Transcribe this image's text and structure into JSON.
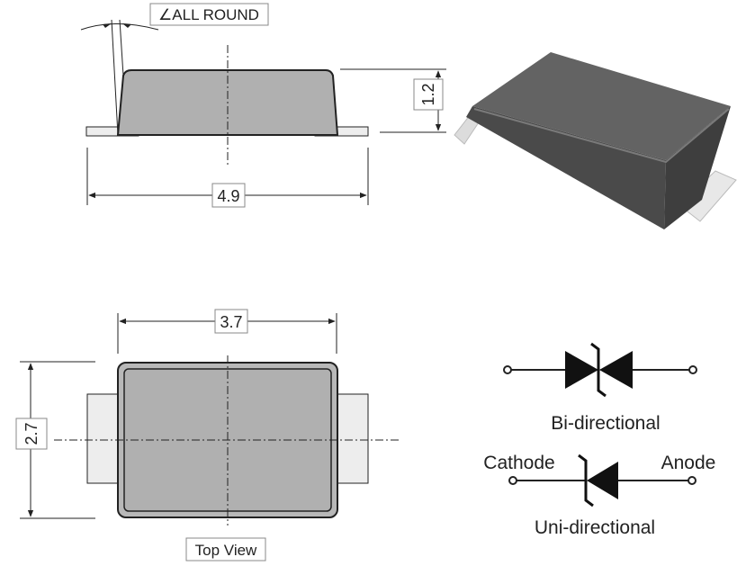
{
  "side_view": {
    "angle_label": "∠ALL ROUND",
    "height_dim": "1.2",
    "length_dim": "4.9"
  },
  "top_view": {
    "width_dim": "3.7",
    "height_dim": "2.7",
    "caption": "Top View"
  },
  "symbols": {
    "bidirectional_label": "Bi-directional",
    "cathode_label": "Cathode",
    "anode_label": "Anode",
    "unidirectional_label": "Uni-directional"
  },
  "colors": {
    "package_gray": "#b0b0b0",
    "lead_gray": "#ededed",
    "render_body": "#5a5a5a",
    "line": "#222222"
  }
}
